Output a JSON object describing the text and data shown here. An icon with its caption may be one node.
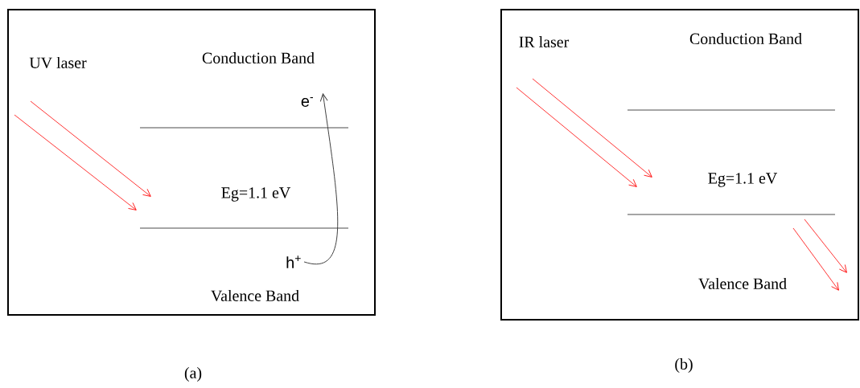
{
  "diagram": {
    "nodes": [
      {
        "text": [],
        "shape": "box",
        "beside": [
          "(a)"
        ]
      },
      {
        "text": [
          "e$^{-}$"
        ],
        "in": 0
      },
      {
        "text": [
          "h$^{+}$"
        ],
        "in": 0
      },
      {
        "text": [],
        "shape": "box",
        "beside": [
          "(b)"
        ]
      }
    ],
    "edges": [
      {
        "from": 2,
        "to": 1,
        "arrow": "to"
      }
    ],
    "labels": [
      "UV laser",
      "Conduction Band",
      "Eg=1.1 eV",
      "Valence Band",
      "IR laser",
      "Conduction Band",
      "Eg=1.1 eV",
      "Valence Band"
    ]
  }
}
